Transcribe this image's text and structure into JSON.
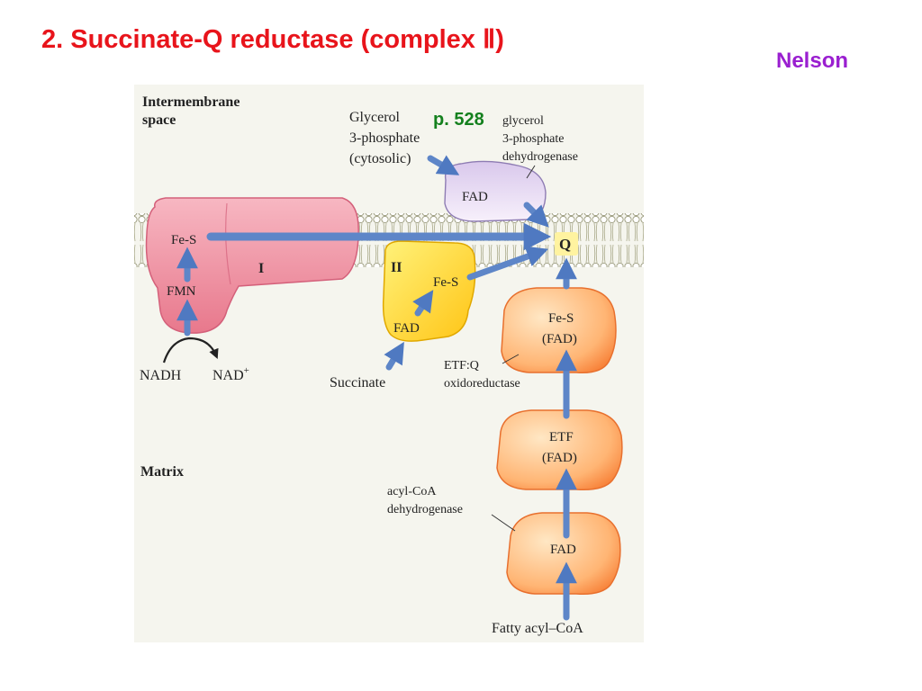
{
  "slide": {
    "title": "2. Succinate-Q reductase (complex Ⅱ)",
    "source": "Nelson",
    "page_ref": "p. 528"
  },
  "regions": {
    "intermembrane_line1": "Intermembrane",
    "intermembrane_line2": "space",
    "matrix": "Matrix"
  },
  "complex_i": {
    "name": "I",
    "fes": "Fe-S",
    "fmn": "FMN",
    "nadh": "NADH",
    "nad": "NAD",
    "nad_charge": "+"
  },
  "complex_ii": {
    "name": "II",
    "fes": "Fe-S",
    "fad": "FAD",
    "substrate": "Succinate"
  },
  "g3p": {
    "substrate_line1": "Glycerol",
    "substrate_line2": "3-phosphate",
    "substrate_line3": "(cytosolic)",
    "enzyme_line1": "glycerol",
    "enzyme_line2": "3-phosphate",
    "enzyme_line3": "dehydrogenase",
    "fad": "FAD"
  },
  "q": {
    "label": "Q"
  },
  "etf_q": {
    "cofactor_line1": "Fe-S",
    "cofactor_line2": "(FAD)",
    "enzyme_line1": "ETF:Q",
    "enzyme_line2": "oxidoreductase"
  },
  "etf": {
    "line1": "ETF",
    "line2": "(FAD)"
  },
  "acyl_coa_dh": {
    "enzyme_line1": "acyl-CoA",
    "enzyme_line2": "dehydrogenase",
    "fad": "FAD",
    "substrate": "Fatty acyl–CoA"
  },
  "colors": {
    "title": "#e8141b",
    "source": "#9a1fd0",
    "page_ref": "#14801e",
    "complex_i": "#ec8fa0",
    "complex_ii": "#ffd21a",
    "orange_enzyme": "#ffa860",
    "arrow": "#5e86c8",
    "q_box": "#fff3a0"
  }
}
